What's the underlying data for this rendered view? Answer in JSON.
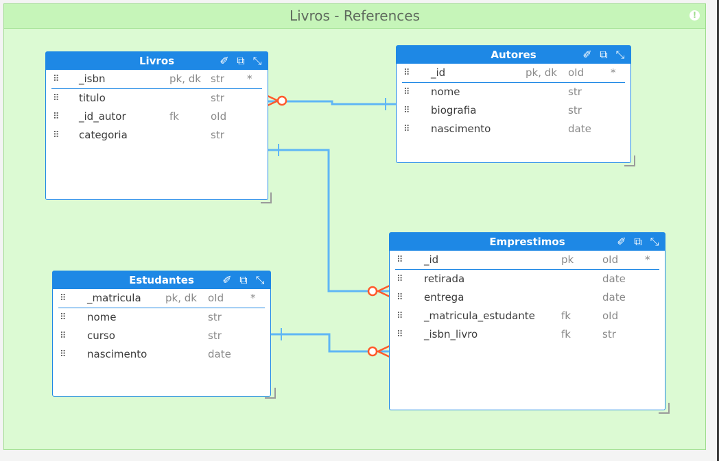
{
  "canvas": {
    "title": "Livros - References",
    "info_icon": "!"
  },
  "tables": {
    "livros": {
      "title": "Livros",
      "fields": [
        {
          "name": "_isbn",
          "key": "pk, dk",
          "type": "str",
          "flag": "*"
        },
        {
          "name": "titulo",
          "key": "",
          "type": "str",
          "flag": ""
        },
        {
          "name": "_id_autor",
          "key": "fk",
          "type": "oId",
          "flag": ""
        },
        {
          "name": "categoria",
          "key": "",
          "type": "str",
          "flag": ""
        }
      ]
    },
    "autores": {
      "title": "Autores",
      "fields": [
        {
          "name": "_id",
          "key": "pk, dk",
          "type": "oId",
          "flag": "*"
        },
        {
          "name": "nome",
          "key": "",
          "type": "str",
          "flag": ""
        },
        {
          "name": "biografia",
          "key": "",
          "type": "str",
          "flag": ""
        },
        {
          "name": "nascimento",
          "key": "",
          "type": "date",
          "flag": ""
        }
      ]
    },
    "estudantes": {
      "title": "Estudantes",
      "fields": [
        {
          "name": "_matricula",
          "key": "pk, dk",
          "type": "oId",
          "flag": "*"
        },
        {
          "name": "nome",
          "key": "",
          "type": "str",
          "flag": ""
        },
        {
          "name": "curso",
          "key": "",
          "type": "str",
          "flag": ""
        },
        {
          "name": "nascimento",
          "key": "",
          "type": "date",
          "flag": ""
        }
      ]
    },
    "emprestimos": {
      "title": "Emprestimos",
      "fields": [
        {
          "name": "_id",
          "key": "pk",
          "type": "oId",
          "flag": "*"
        },
        {
          "name": "retirada",
          "key": "",
          "type": "date",
          "flag": ""
        },
        {
          "name": "entrega",
          "key": "",
          "type": "date",
          "flag": ""
        },
        {
          "name": "_matricula_estudante",
          "key": "fk",
          "type": "oId",
          "flag": ""
        },
        {
          "name": "_isbn_livro",
          "key": "fk",
          "type": "str",
          "flag": ""
        }
      ]
    }
  },
  "icons": {
    "pin": "pin-icon",
    "open": "open-external-icon",
    "expand": "expand-icon",
    "grip": "drag-handle-icon"
  },
  "colors": {
    "canvas_bg": "#dcfad3",
    "table_header": "#1e88e5",
    "link": "#5fb6f5",
    "crowfoot": "#ff5a2b"
  }
}
